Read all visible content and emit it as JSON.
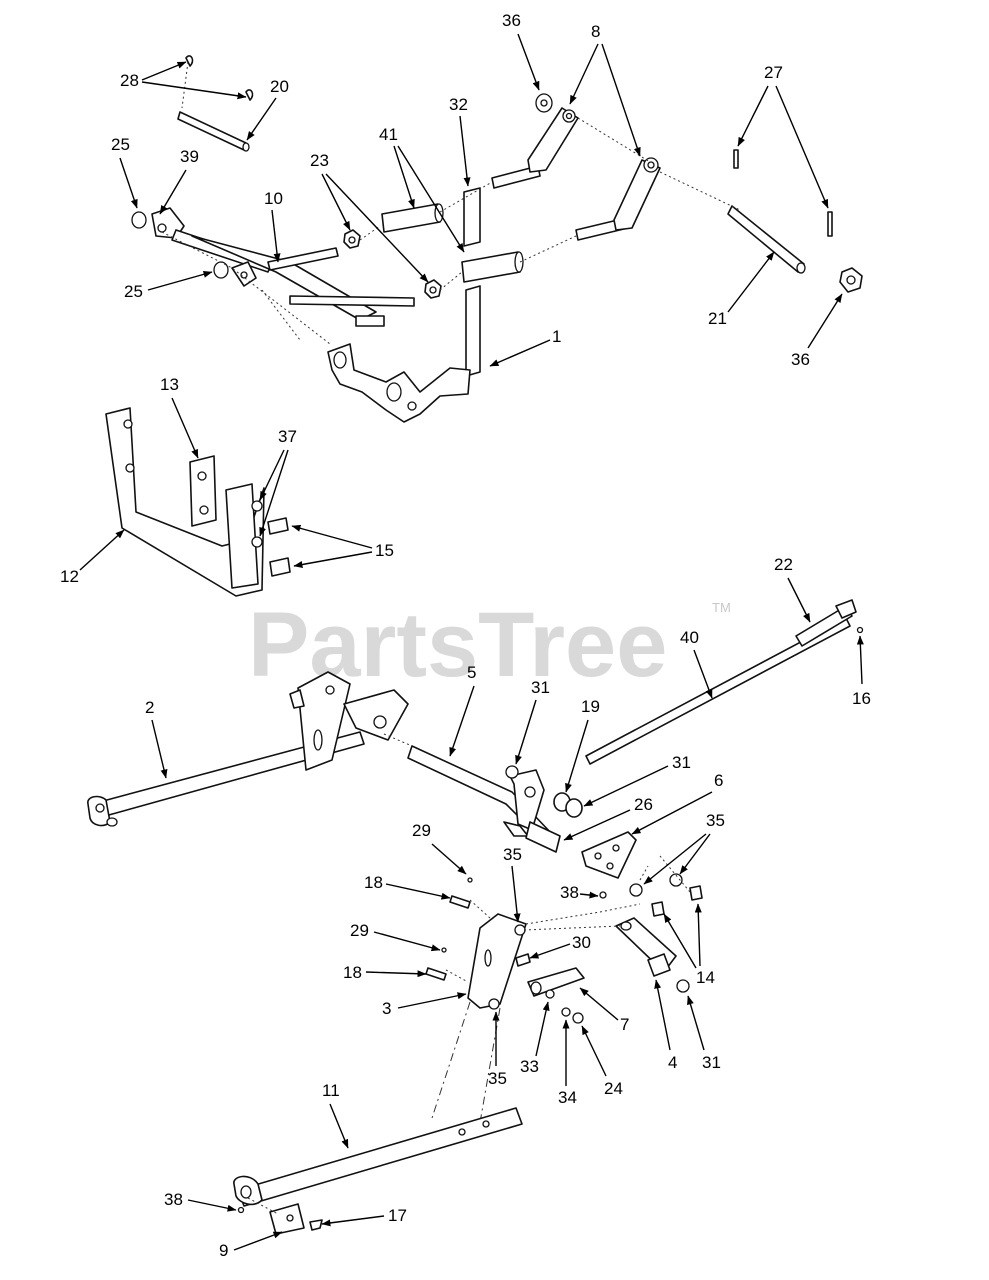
{
  "watermark": {
    "text": "PartsTree",
    "trademark": "TM"
  },
  "callouts": [
    "36",
    "8",
    "27",
    "28",
    "20",
    "32",
    "41",
    "23",
    "25",
    "39",
    "10",
    "25",
    "21",
    "36",
    "1",
    "13",
    "37",
    "15",
    "12",
    "22",
    "40",
    "5",
    "31",
    "19",
    "31",
    "16",
    "2",
    "6",
    "35",
    "26",
    "29",
    "18",
    "35",
    "38",
    "14",
    "29",
    "30",
    "18",
    "3",
    "7",
    "33",
    "34",
    "24",
    "4",
    "31",
    "35",
    "11",
    "38",
    "17",
    "9"
  ]
}
